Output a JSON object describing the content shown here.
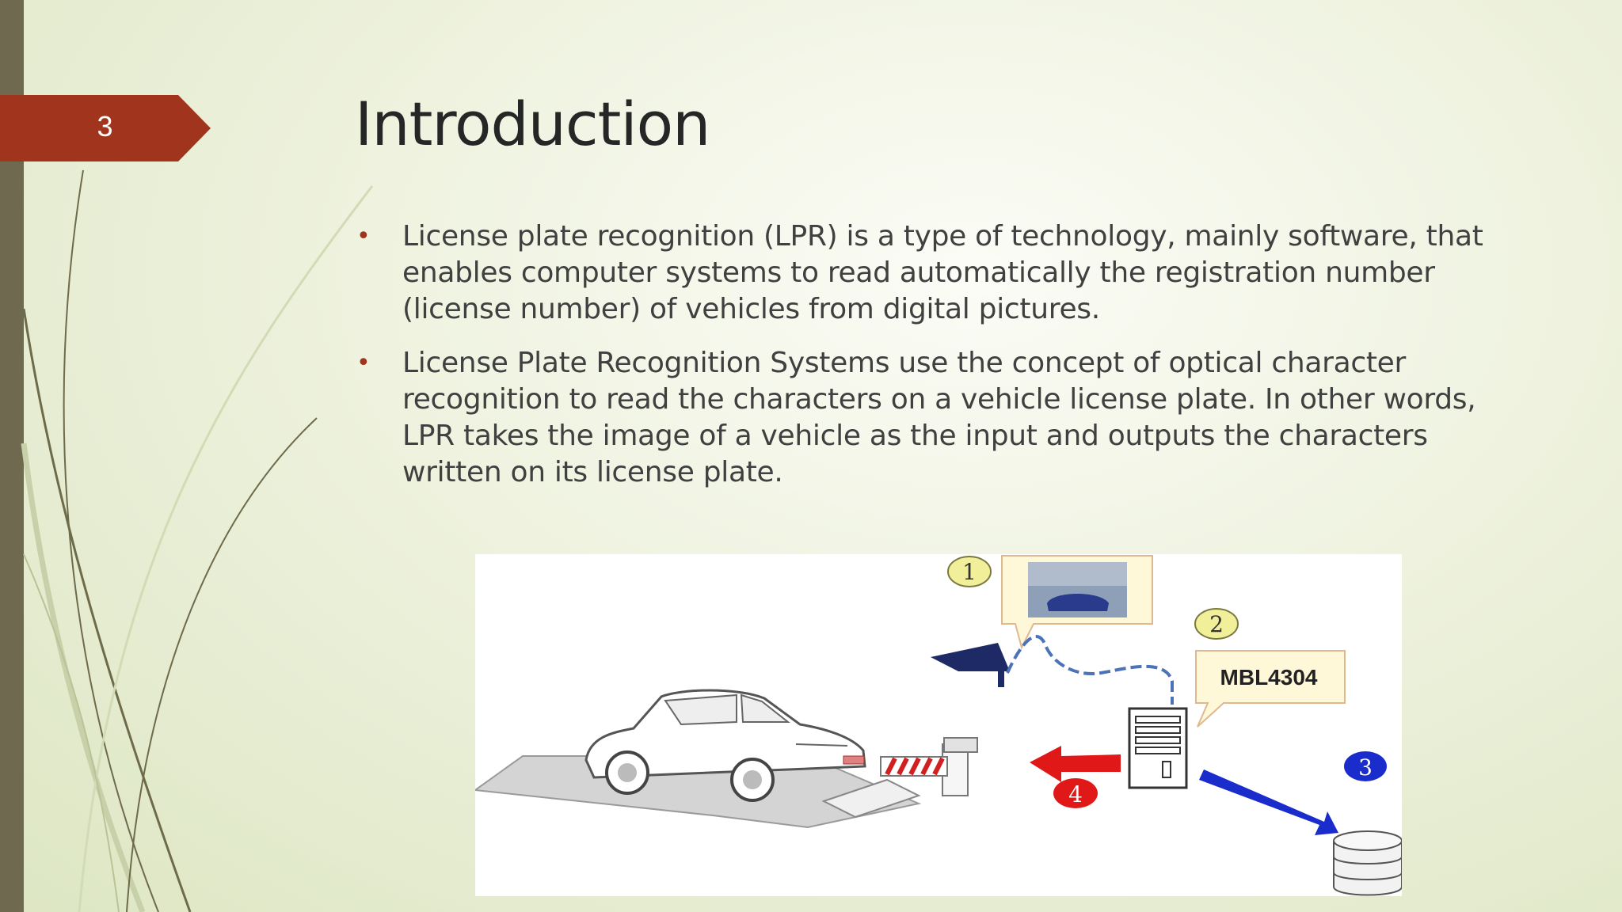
{
  "slide_number": "3",
  "title": "Introduction",
  "bullets": [
    "License plate recognition (LPR) is a type of technology, mainly software, that enables computer systems to read automatically the registration number (license number) of vehicles from digital pictures.",
    "License Plate Recognition Systems use the concept of optical character recognition to read the characters on a vehicle license plate. In other words, LPR takes the image of a vehicle as the input and outputs the characters written on its license plate."
  ],
  "figure": {
    "step_1": "1",
    "step_2": "2",
    "step_3": "3",
    "step_4": "4",
    "plate_text": "MBL4304"
  },
  "colors": {
    "accent": "#a0341c",
    "title": "#262626",
    "body_text": "#404040",
    "left_bar": "#6f6a4f"
  }
}
